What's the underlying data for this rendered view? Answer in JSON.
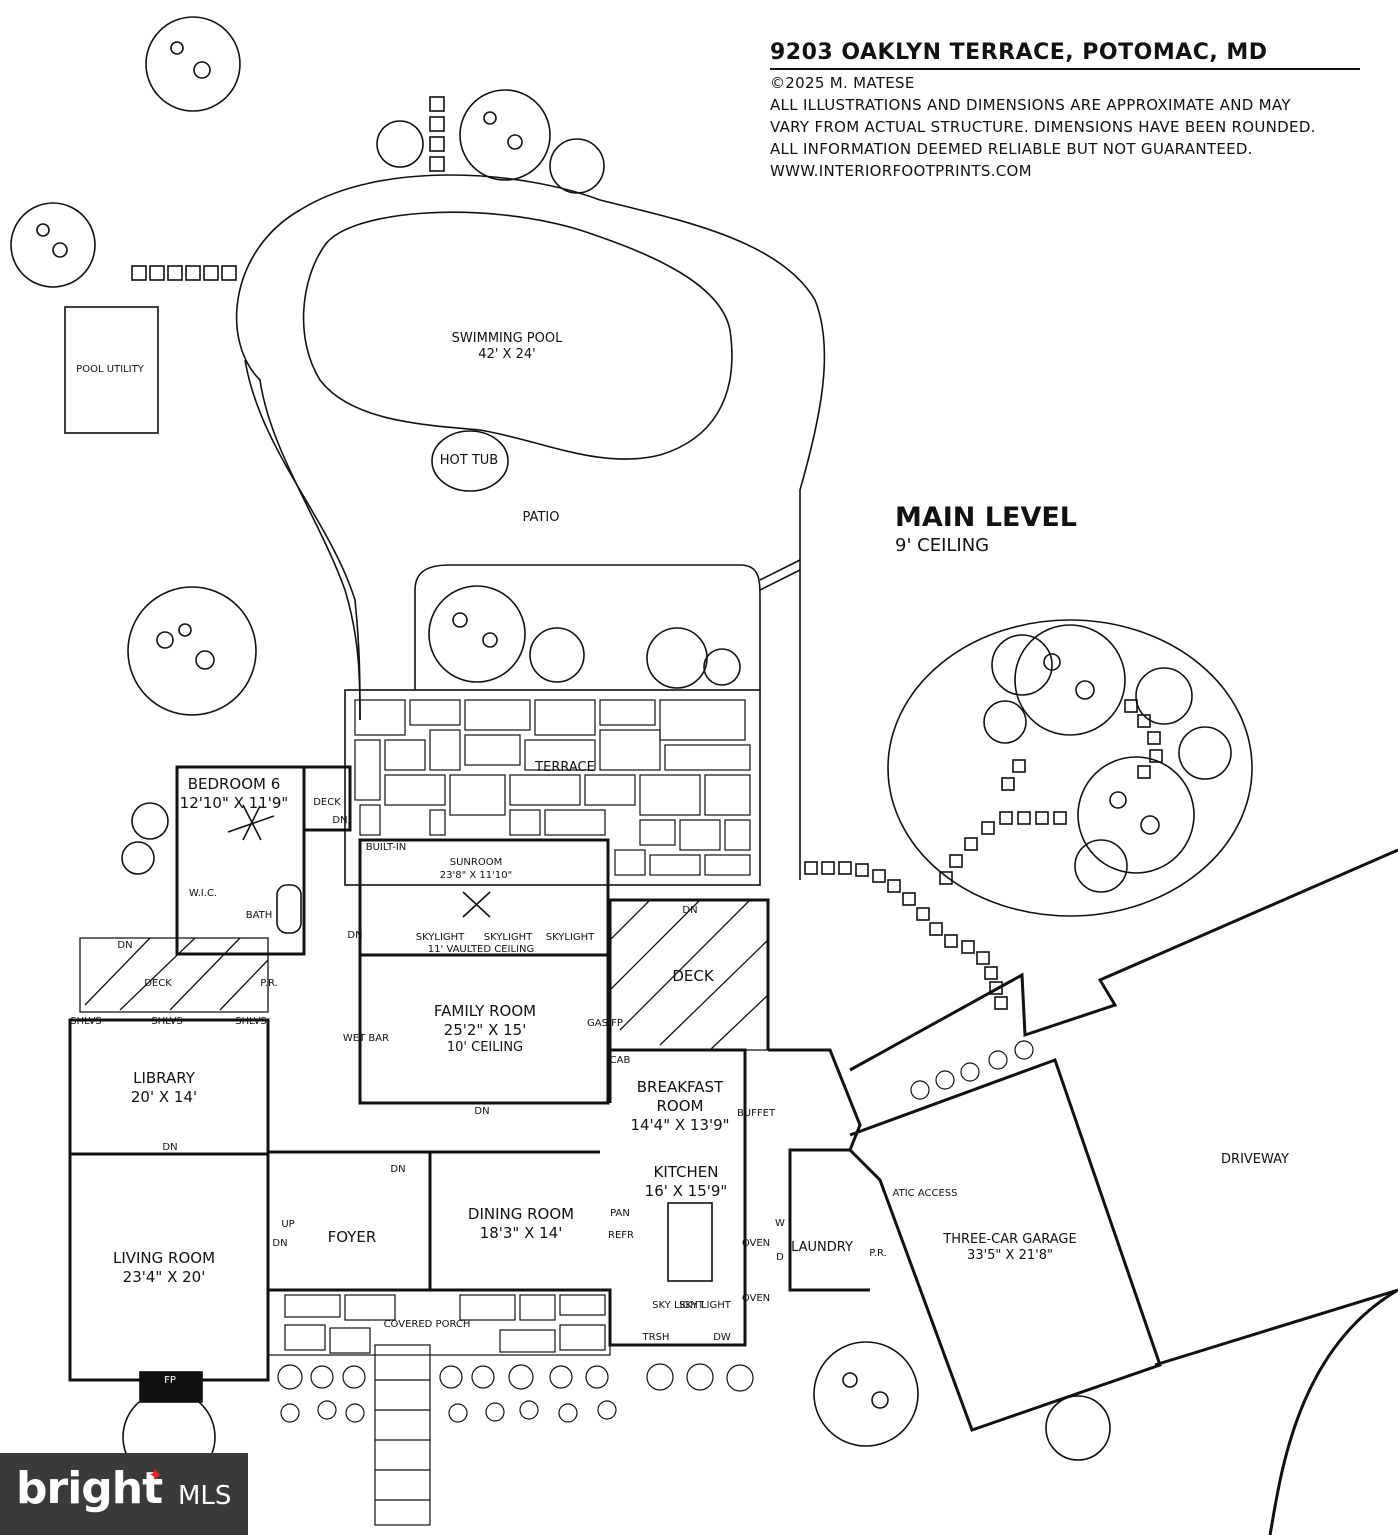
{
  "header": {
    "address": "9203 OAKLYN TERRACE, POTOMAC, MD",
    "copyright": "©2025 M. MATESE",
    "disclaimer_1": "ALL ILLUSTRATIONS AND DIMENSIONS ARE APPROXIMATE AND MAY",
    "disclaimer_2": "VARY FROM ACTUAL STRUCTURE. DIMENSIONS HAVE BEEN ROUNDED.",
    "disclaimer_3": "ALL INFORMATION DEEMED RELIABLE BUT NOT GUARANTEED.",
    "website": "WWW.INTERIORFOOTPRINTS.COM"
  },
  "level": {
    "title": "MAIN LEVEL",
    "ceiling": "9' CEILING"
  },
  "outdoor": {
    "pool_name": "SWIMMING POOL",
    "pool_size": "42' X 24'",
    "hot_tub": "HOT TUB",
    "patio": "PATIO",
    "pool_utility": "POOL UTILITY",
    "terrace": "TERRACE",
    "driveway": "DRIVEWAY",
    "covered_porch": "COVERED PORCH"
  },
  "rooms": {
    "bedroom6_name": "BEDROOM 6",
    "bedroom6_size": "12'10\" X 11'9\"",
    "deck_small": "DECK",
    "bath": "BATH",
    "wic": "W.I.C.",
    "pr1": "P.R.",
    "deck_left": "DECK",
    "built_in": "BUILT-IN",
    "sunroom_name": "SUNROOM",
    "sunroom_size": "23'8\" X 11'10\"",
    "vaulted": "11' VAULTED CEILING",
    "family_name": "FAMILY ROOM",
    "family_size": "25'2\" X 15'",
    "family_ceiling": "10' CEILING",
    "wet_bar": "WET BAR",
    "gas_fp": "GAS FP",
    "cab": "CAB",
    "deck_right": "DECK",
    "library_name": "LIBRARY",
    "library_size": "20' X 14'",
    "living_name": "LIVING ROOM",
    "living_size": "23'4\" X 20'",
    "fp": "FP",
    "foyer": "FOYER",
    "up": "UP",
    "dining_name": "DINING ROOM",
    "dining_size": "18'3\" X 14'",
    "breakfast_name": "BREAKFAST",
    "breakfast_name2": "ROOM",
    "breakfast_size": "14'4\" X 13'9\"",
    "buffet": "BUFFET",
    "kitchen_name": "KITCHEN",
    "kitchen_size": "16' X 15'9\"",
    "pan": "PAN",
    "refr": "REFR",
    "oven": "OVEN",
    "skylight": "SKYLIGHT",
    "sky_light": "SKY LIGHT",
    "dw": "DW",
    "trsh": "TRSH",
    "w": "W",
    "d": "D",
    "laundry": "LAUNDRY",
    "pr2": "P.R.",
    "attic": "ATIC ACCESS",
    "garage_name": "THREE-CAR GARAGE",
    "garage_size": "33'5\" X 21'8\"",
    "dn": "DN",
    "shlvs": "SHLVS"
  },
  "logo": {
    "brand": "bright",
    "suffix": "MLS"
  }
}
